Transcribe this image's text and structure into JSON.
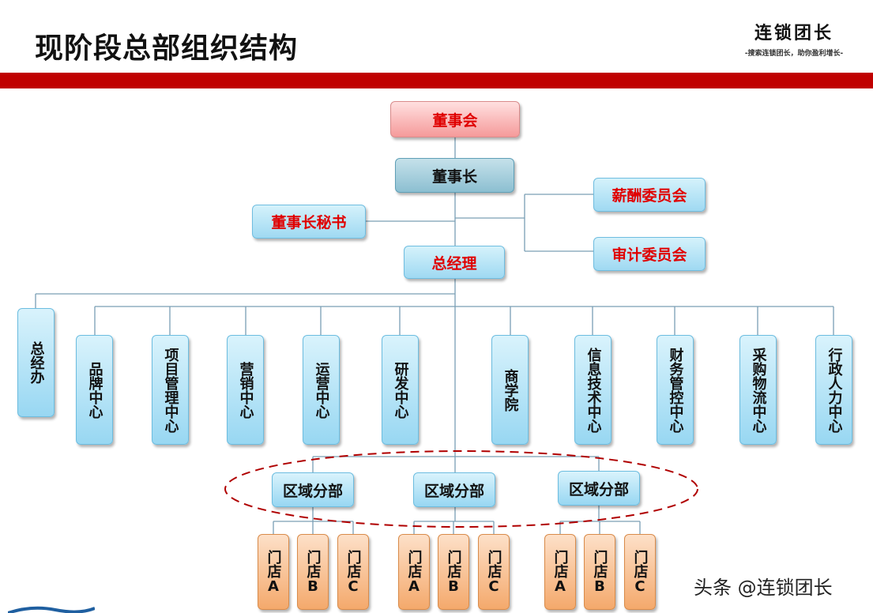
{
  "header": {
    "title": "现阶段总部组织结构",
    "brand_name": "连锁团长",
    "brand_slogan": "-搜索连锁团长，助你盈利增长-"
  },
  "org": {
    "board": "董事会",
    "chairman": "董事长",
    "secretary": "董事长秘书",
    "salary_committee": "薪酬委员会",
    "audit_committee": "审计委员会",
    "general_manager": "总经理",
    "departments": [
      "总经办",
      "品牌中心",
      "项目管理中心",
      "营销中心",
      "运营中心",
      "研发中心",
      "商学院",
      "信息技术中心",
      "财务管控中心",
      "采购物流中心",
      "行政人力中心"
    ],
    "regions": [
      "区域分部",
      "区域分部",
      "区域分部"
    ],
    "stores": [
      "门店A",
      "门店B",
      "门店C"
    ]
  },
  "watermark": "头条 @连锁团长",
  "colors": {
    "red_bar": "#c00000",
    "title_red_text": "#e00000",
    "dashed_ellipse": "#b00000"
  }
}
